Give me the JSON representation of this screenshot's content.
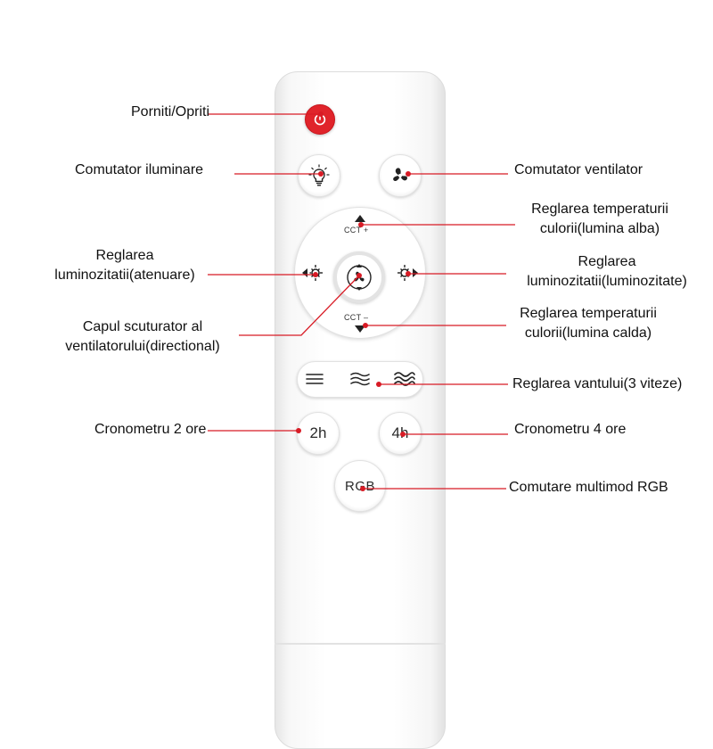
{
  "colors": {
    "accent_line": "#d81b25",
    "power_button": "#e0242b",
    "icon_dark": "#222222"
  },
  "icons": [
    "power-icon",
    "light-bulb-icon",
    "fan-icon",
    "arrow-up-icon",
    "arrow-down-icon",
    "brightness-down-icon",
    "brightness-up-icon",
    "fan-swing-icon",
    "wind-speed-1-icon",
    "wind-speed-2-icon",
    "wind-speed-3-icon"
  ],
  "remote": {
    "cct_up": "CCT +",
    "cct_down": "CCT –",
    "timer_2h": "2h",
    "timer_4h": "4h",
    "rgb": "RGB"
  },
  "labels": {
    "power": "Porniti/Opriti",
    "light_switch": "Comutator iluminare",
    "fan_switch": "Comutator ventilator",
    "temp_white": [
      "Reglarea temperaturii",
      "culorii(lumina alba)"
    ],
    "dim_down": [
      "Reglarea",
      "luminozitatii(atenuare)"
    ],
    "dim_up": [
      "Reglarea",
      "luminozitatii(luminozitate)"
    ],
    "swing": [
      "Capul scuturator al",
      "ventilatorului(directional)"
    ],
    "temp_warm": [
      "Reglarea temperaturii",
      "culorii(lumina calda)"
    ],
    "wind": "Reglarea vantului(3 viteze)",
    "timer_2h": "Cronometru 2 ore",
    "timer_4h": "Cronometru 4 ore",
    "rgb": "Comutare multimod RGB"
  }
}
